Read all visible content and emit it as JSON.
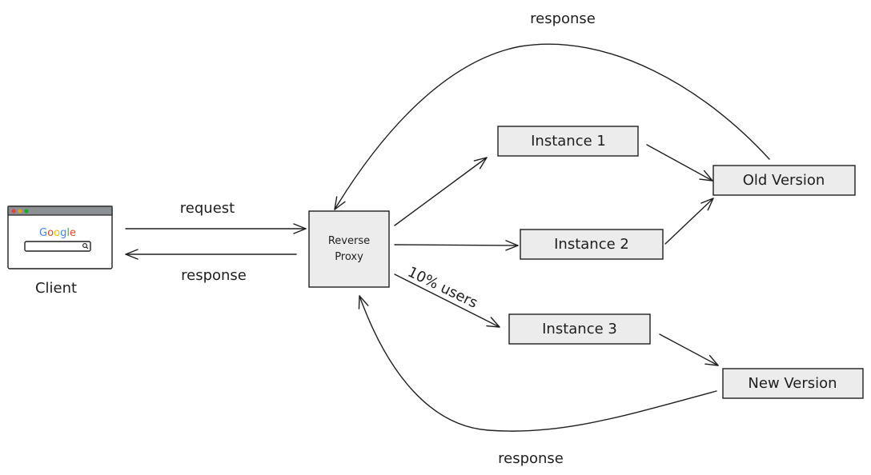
{
  "nodes": {
    "client": {
      "label": "Client",
      "browser_brand": "Google"
    },
    "reverse_proxy": {
      "label_line1": "Reverse",
      "label_line2": "Proxy"
    },
    "instance_1": {
      "label": "Instance 1"
    },
    "instance_2": {
      "label": "Instance 2"
    },
    "instance_3": {
      "label": "Instance 3"
    },
    "old_version": {
      "label": "Old Version"
    },
    "new_version": {
      "label": "New Version"
    }
  },
  "edges": {
    "request": "request",
    "response_client": "response",
    "response_old": "response",
    "response_new": "response",
    "canary": "10% users"
  },
  "colors": {
    "stroke": "#1e1e1e",
    "box_fill": "#ececec",
    "google_blue": "#4285f4",
    "google_red": "#ea4335",
    "google_yellow": "#fbbc05",
    "google_green": "#34a853",
    "dot_red": "#e0443e",
    "dot_yellow": "#dea123",
    "dot_green": "#1aab29"
  },
  "icons": [
    "browser-window-icon",
    "search-icon"
  ]
}
